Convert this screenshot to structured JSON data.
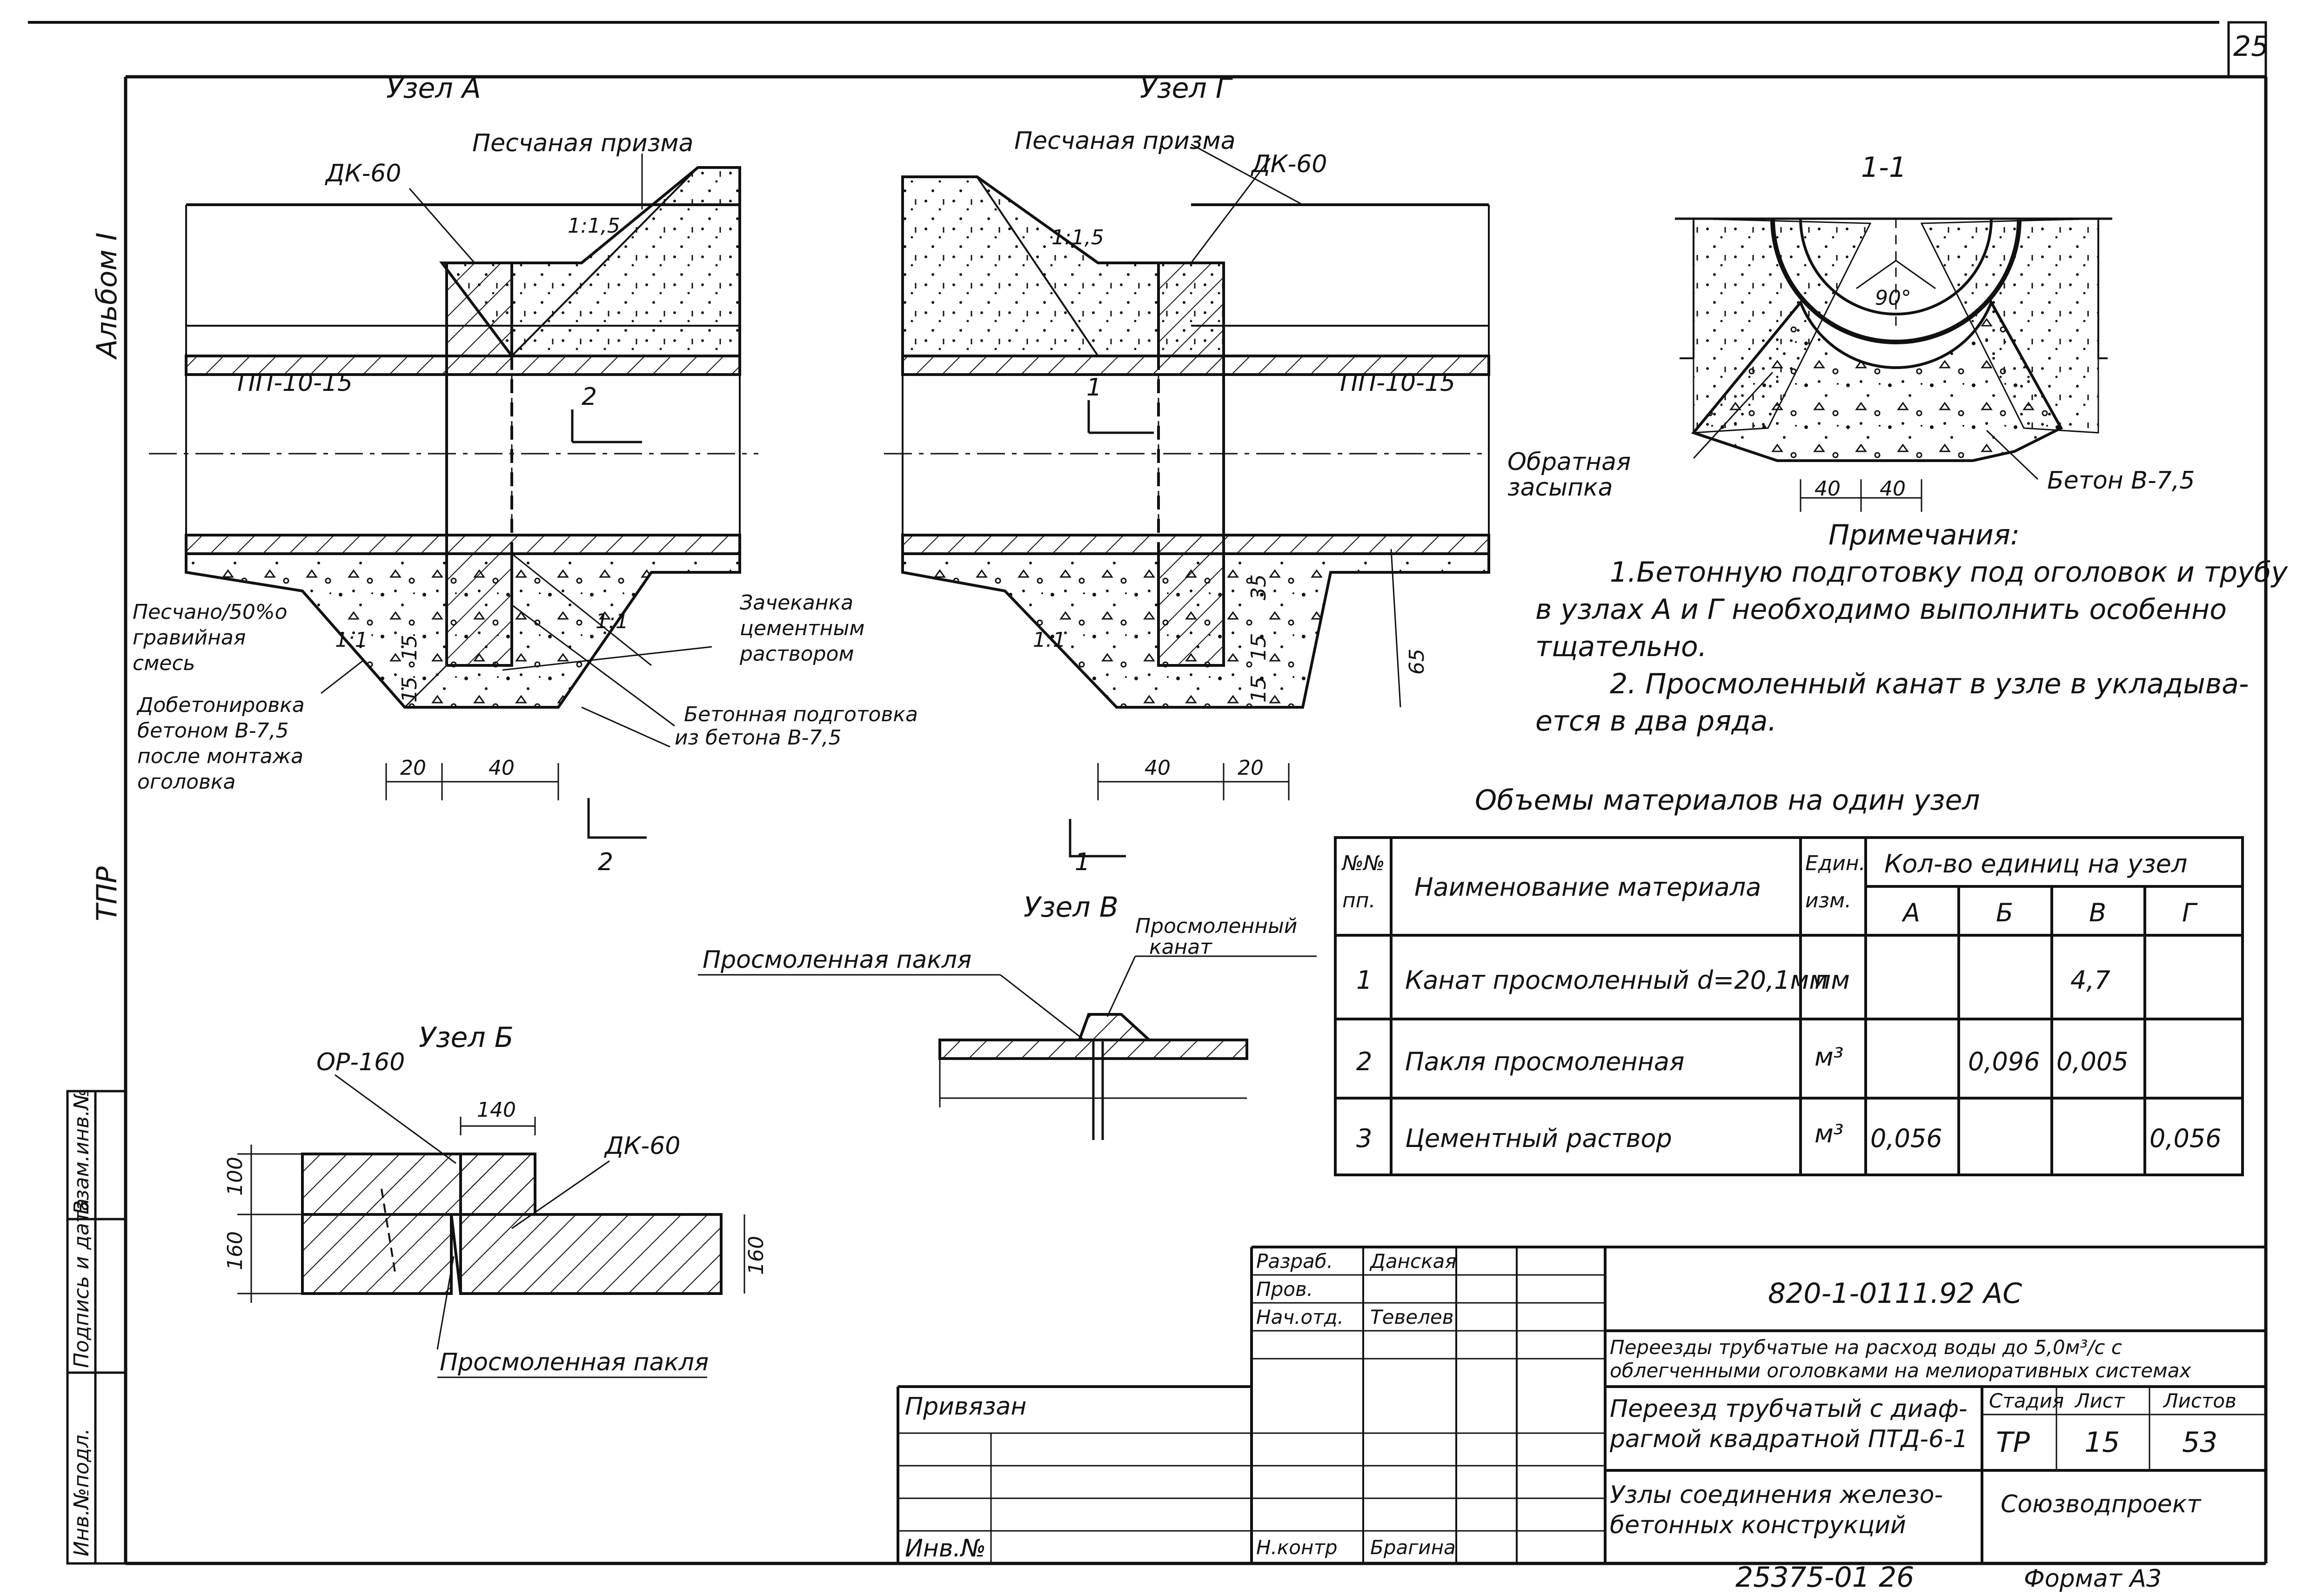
{
  "page_number": "25",
  "side_labels": {
    "album": "Альбом I",
    "tpr": "ТПР"
  },
  "stamp_fields": [
    "Инв.№подл.",
    "Подпись и дата",
    "Взам.инв.№"
  ],
  "uzel_a": {
    "title": "Узел А",
    "sand_prism": "Песчаная призма",
    "dk": "ДК-60",
    "slope1": "1:1,5",
    "slope2": "1:1",
    "slope3": "1:1",
    "pp": "ПП-10-15",
    "section_mark": "2",
    "sand_gravel": "Песчано/50%о гравийная смесь",
    "sand_gravel_l1": "Песчано/50%о",
    "sand_gravel_l2": "гравийная",
    "sand_gravel_l3": "смесь",
    "concreting_l1": "Добетонировка",
    "concreting_l2": "бетоном  В-7,5",
    "concreting_l3": "после монтажа",
    "concreting_l4": "оголовка",
    "caulk_l1": "Зачеканка",
    "caulk_l2": "цементным",
    "caulk_l3": "раствором",
    "base_l1": "Бетонная подготовка",
    "base_l2": "из бетона   В-7,5",
    "d15a": "15",
    "d15b": "15",
    "d20": "20",
    "d40": "40",
    "cut_num": "2"
  },
  "uzel_g": {
    "title": "Узел Г",
    "sand_prism": "Песчаная призма",
    "dk": "ДК-60",
    "slope1": "1:1,5",
    "slope2": "1:1",
    "pp": "ПП-10-15",
    "section_mark": "1",
    "d35": "35",
    "d15a": "15",
    "d15b": "15",
    "d65": "65",
    "d40": "40",
    "d20": "20",
    "cut_num": "1"
  },
  "section_11": {
    "title": "1-1",
    "angle": "90°",
    "backfill_l1": "Обратная",
    "backfill_l2": "засыпка",
    "concrete": "Бетон  В-7,5",
    "d40a": "40",
    "d40b": "40"
  },
  "notes": {
    "title": "Примечания:",
    "n1_l1": "1.Бетонную подготовку под оголовок и трубу",
    "n1_l2": "в узлах А и Г необходимо  выполнить особенно",
    "n1_l3": "тщательно.",
    "n2_l1": "2. Просмоленный  канат в узле в  укладыва-",
    "n2_l2": "ется в два ряда."
  },
  "uzel_v": {
    "title": "Узел В",
    "tow": "Просмоленная пакля",
    "rope_l1": "Просмоленный",
    "rope_l2": "канат"
  },
  "uzel_b": {
    "title": "Узел Б",
    "or": "ОР-160",
    "dk": "ДК-60",
    "d140": "140",
    "d100": "100",
    "d160a": "160",
    "d160b": "160",
    "tow": "Просмоленная пакля"
  },
  "materials_table": {
    "caption": "Объемы  материалов  на один узел",
    "col_no_l1": "№№",
    "col_no_l2": "пп.",
    "col_name": "Наименование материала",
    "col_unit_l1": "Един.",
    "col_unit_l2": "изм.",
    "col_qty": "Кол-во единиц на узел",
    "sub_cols": [
      "А",
      "Б",
      "В",
      "Г"
    ],
    "rows": [
      {
        "no": "1",
        "name": "Канат просмоленный d=20,1мм",
        "unit": "пм",
        "a": "",
        "b": "",
        "v": "4,7",
        "g": ""
      },
      {
        "no": "2",
        "name": "Пакля просмоленная",
        "unit": "м³",
        "a": "",
        "b": "0,096",
        "v": "0,005",
        "g": ""
      },
      {
        "no": "3",
        "name": "Цементный  раствор",
        "unit": "м³",
        "a": "0,056",
        "b": "",
        "v": "",
        "g": "0,056"
      }
    ]
  },
  "title_block": {
    "razrab": "Разраб.",
    "razrab_name": "Данская",
    "prov": "Пров.",
    "nach": "Нач.отд.",
    "nach_name": "Тевелев",
    "nkontr": "Н.контр",
    "nkontr_name": "Брагина",
    "privyazan": "Привязан",
    "inv": "Инв.№",
    "doc_code": "820-1-0111.92     АС",
    "project_l1": "Переезды трубчатые на расход воды до 5,0м³/с с",
    "project_l2": "облегченными оголовками на мелиоративных системах",
    "sheet_title_l1": "Переезд трубчатый с диаф-",
    "sheet_title_l2": "рагмой квадратной ПТД-6-1",
    "stage_h": "Стадия",
    "sheet_h": "Лист",
    "sheets_h": "Листов",
    "stage": "ТР",
    "sheet": "15",
    "sheets": "53",
    "content_l1": "Узлы соединения железо-",
    "content_l2": "бетонных  конструкций",
    "org": "Союзводпроект",
    "archive": "25375-01   26",
    "format": "Формат А3"
  }
}
